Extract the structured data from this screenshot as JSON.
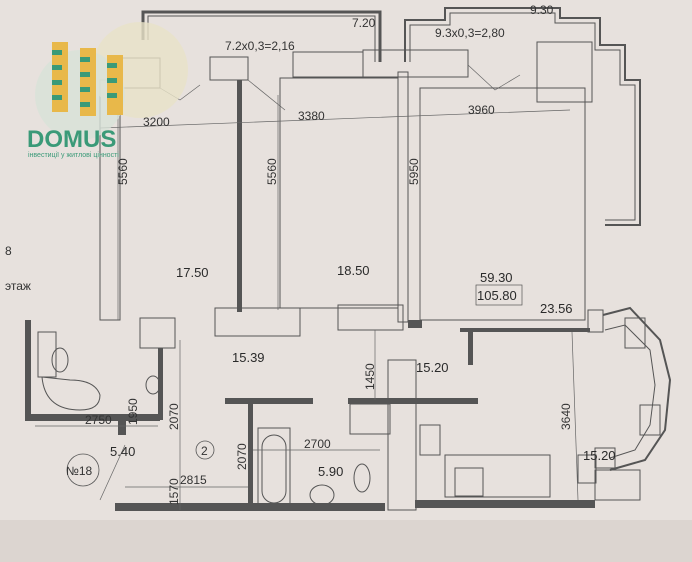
{
  "logo": {
    "brand": "DOMUS",
    "tagline": "інвестиції у житлові цінності"
  },
  "floor": {
    "number": "8",
    "label": "этаж"
  },
  "balconies": [
    {
      "area": "7.20",
      "formula": "7.2x0,3=2,16"
    },
    {
      "area": "9.30",
      "formula": "9.3x0,3=2,80"
    }
  ],
  "dimensions": {
    "top": [
      "3200",
      "3380",
      "3960"
    ],
    "vertical_rooms": [
      "5560",
      "5560",
      "5950"
    ],
    "hall": "1450",
    "kitchen_depth": "3640",
    "bath1_w": "2750",
    "bath1_h": "1950",
    "corridor_h": "2070",
    "bath2_h": "2070",
    "bath2_w": "2700",
    "entry_h": "1570",
    "entry_w": "2815"
  },
  "rooms": {
    "room1": "17.50",
    "room2": "18.50",
    "living_area": "59.30",
    "total_area": "105.80",
    "room3": "23.56",
    "hall": "15.39",
    "kitchen": "15.20",
    "dining": "15.20",
    "bath1": "5.40",
    "bath2": "5.90"
  },
  "apartment": {
    "rooms_count": "2",
    "number": "№18"
  }
}
